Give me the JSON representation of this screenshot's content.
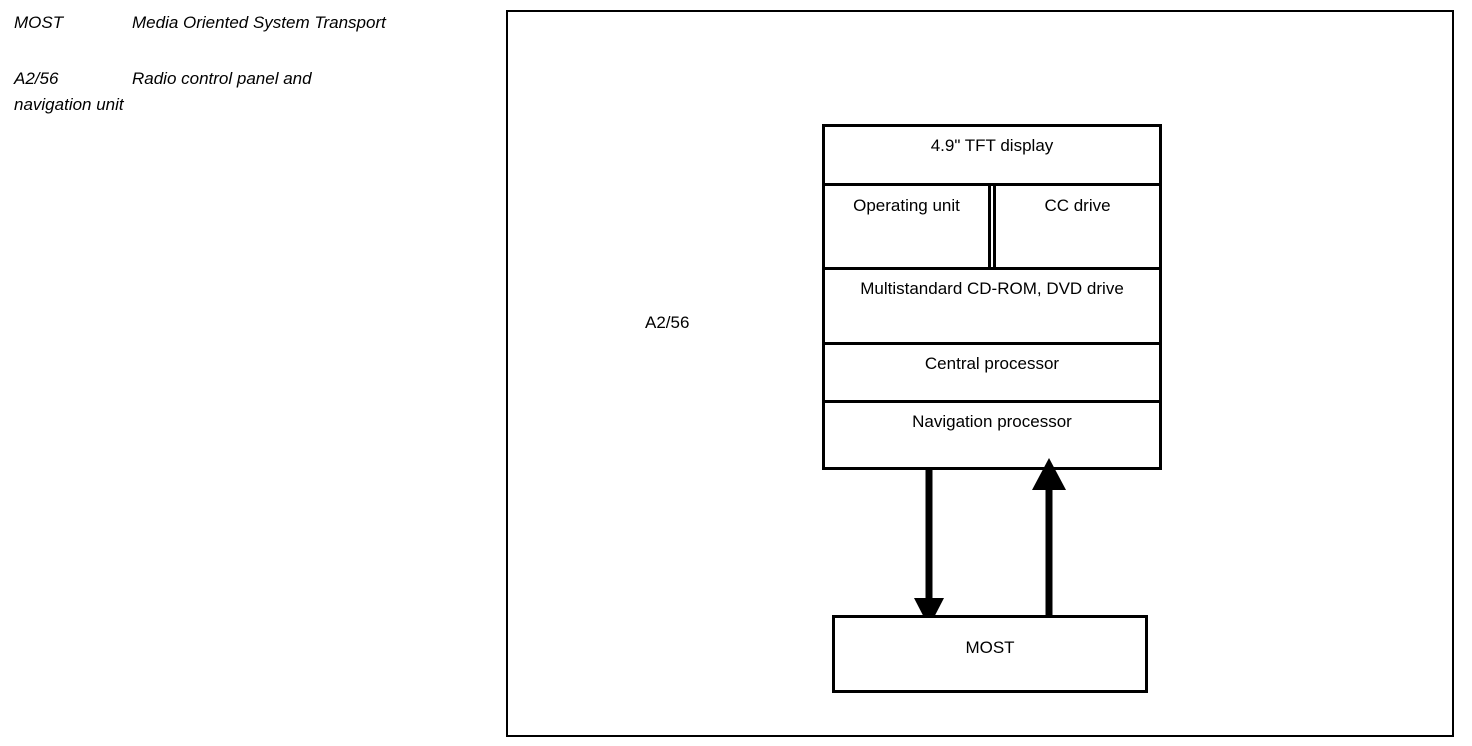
{
  "legend": {
    "items": [
      {
        "key": "MOST",
        "description": "Media Oriented System Transport"
      },
      {
        "key": "A2/56",
        "description": "Radio control panel and\nnavigation unit"
      }
    ]
  },
  "diagram": {
    "unit_label": "A2/56",
    "stack": {
      "display_row": "4.9\" TFT display",
      "split_row": {
        "left": "Operating unit",
        "right": "CC drive"
      },
      "drive_row": "Multistandard CD-ROM, DVD drive",
      "central_row": "Central processor",
      "navigation_row": "Navigation processor"
    },
    "bus_box": "MOST",
    "arrows": [
      {
        "name": "unit-to-bus",
        "direction": "down"
      },
      {
        "name": "bus-to-unit",
        "direction": "up"
      }
    ],
    "colors": {
      "line": "#000000",
      "background": "#ffffff",
      "text": "#000000"
    }
  }
}
